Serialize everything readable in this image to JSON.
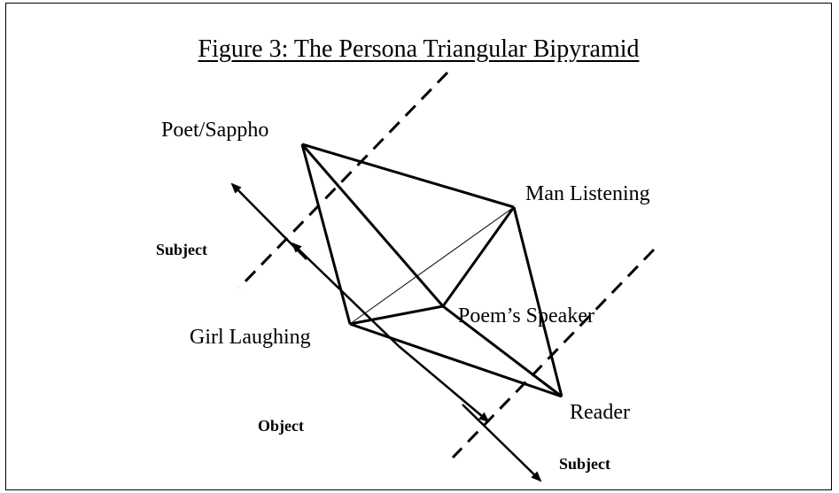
{
  "figure": {
    "title": "Figure 3: The Persona Triangular Bipyramid"
  },
  "nodes": {
    "poet": "Poet/Sappho",
    "man": "Man Listening",
    "speaker": "Poem’s Speaker",
    "girl": "Girl Laughing",
    "reader": "Reader"
  },
  "axis_labels": {
    "subject_left": "Subject",
    "object": "Object",
    "subject_bottom": "Subject"
  },
  "colors": {
    "ink": "#000000",
    "background": "#ffffff"
  }
}
